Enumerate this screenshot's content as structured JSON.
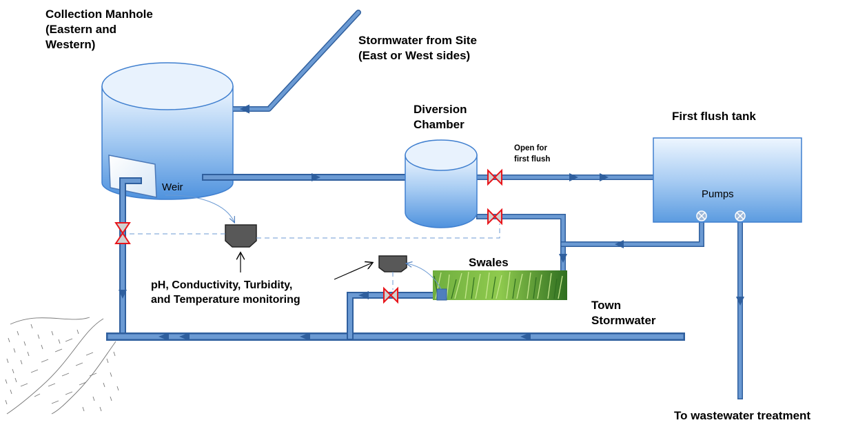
{
  "labels": {
    "manhole_line1": "Collection Manhole",
    "manhole_line2": "(Eastern and",
    "manhole_line3": "Western)",
    "stormwater_line1": "Stormwater from Site",
    "stormwater_line2": "(East or West sides)",
    "diversion_line1": "Diversion",
    "diversion_line2": "Chamber",
    "first_flush": "First flush  tank",
    "open_line1": "Open for",
    "open_line2": "first flush",
    "weir": "Weir",
    "pumps": "Pumps",
    "swales": "Swales",
    "monitoring_line1": "pH, Conductivity, Turbidity,",
    "monitoring_line2": "and Temperature monitoring",
    "town_line1": "Town",
    "town_line2": "Stormwater",
    "wastewater": "To wastewater treatment"
  },
  "colors": {
    "pipe": "#4f7fbe",
    "pipe_edge": "#2f5f9e",
    "tank_top": "#e6f1fc",
    "tank_bottom": "#5b9be0",
    "valve_fill": "#d0d0d0",
    "valve_edge": "#e8151b",
    "sensor": "#555555"
  }
}
